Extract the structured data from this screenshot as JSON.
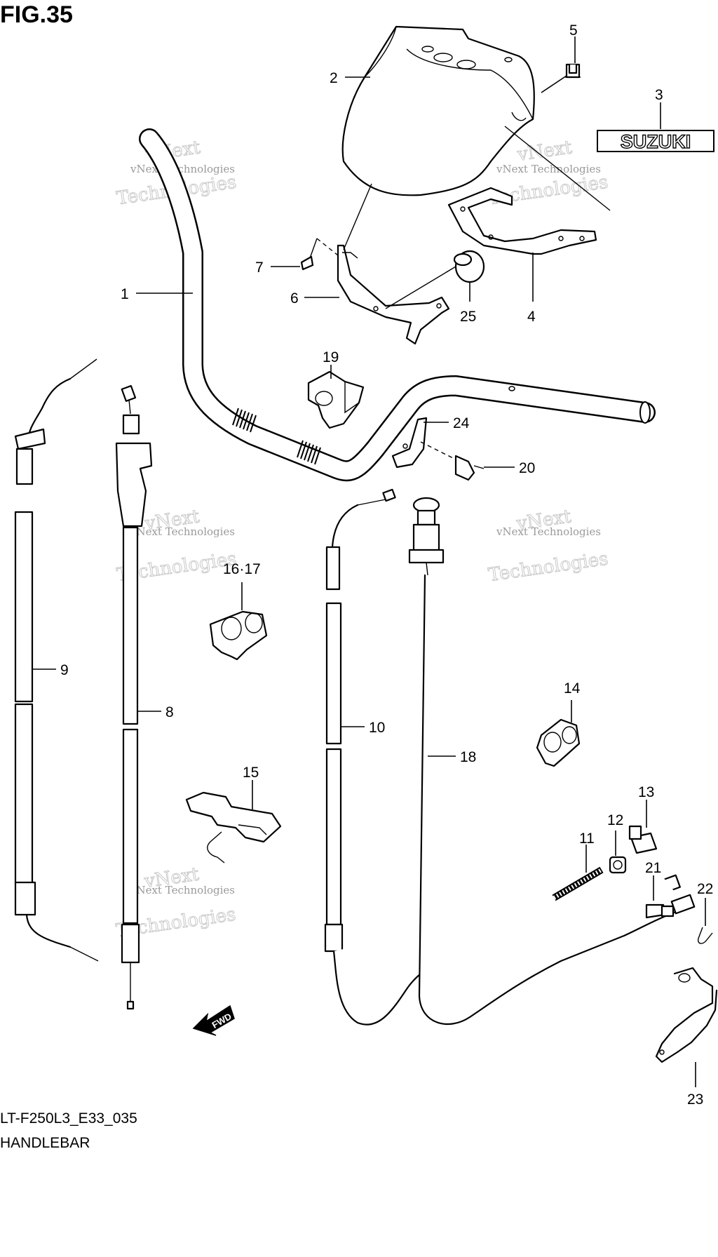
{
  "figure": {
    "title": "FIG.35",
    "code": "LT-F250L3_E33_035",
    "name": "HANDLEBAR"
  },
  "watermark": {
    "line_small": "vNext Technologies",
    "line_large": "Technologies",
    "line_top": "vNext"
  },
  "logo_text": "SUZUKI",
  "fwd_text": "FWD",
  "callouts": {
    "c1": "1",
    "c2": "2",
    "c3": "3",
    "c4": "4",
    "c5": "5",
    "c6": "6",
    "c7": "7",
    "c8": "8",
    "c9": "9",
    "c10": "10",
    "c11": "11",
    "c12": "12",
    "c13": "13",
    "c14": "14",
    "c15": "15",
    "c1617": "16·17",
    "c18": "18",
    "c19": "19",
    "c20": "20",
    "c21": "21",
    "c22": "22",
    "c23": "23",
    "c24": "24",
    "c25": "25"
  }
}
